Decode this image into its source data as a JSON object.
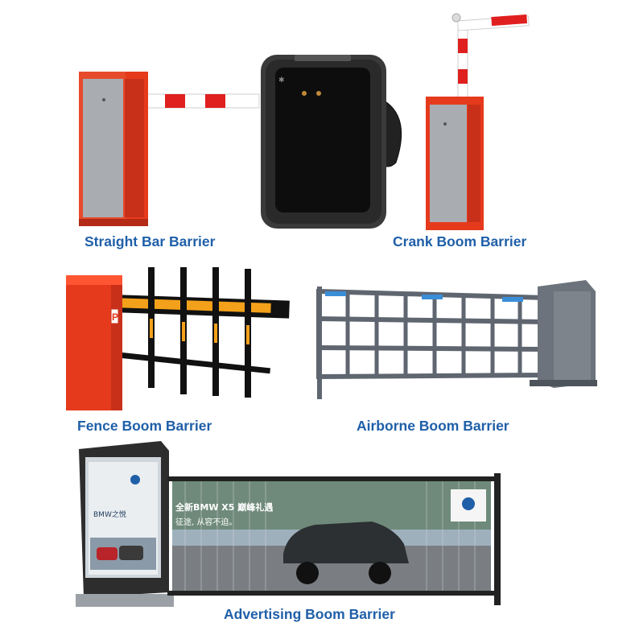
{
  "products": [
    {
      "label": "Straight Bar Barrier"
    },
    {
      "label": "Crank Boom Barrier"
    },
    {
      "label": "Fence Boom Barrier"
    },
    {
      "label": "Airborne Boom Barrier"
    },
    {
      "label": "Advertising Boom Barrier"
    }
  ],
  "ad_panel": {
    "brand_small": "BMW之悦",
    "headline": "全新BMW X5 巅峰礼遇",
    "subline": "征途, 从容不迫。"
  },
  "colors": {
    "caption": "#1f5fa8",
    "housing_red": "#e63a1c",
    "bar_stripe_red": "#e01f1f",
    "fence_yellow": "#f3a11a",
    "airborne_grey": "#5f6670"
  }
}
